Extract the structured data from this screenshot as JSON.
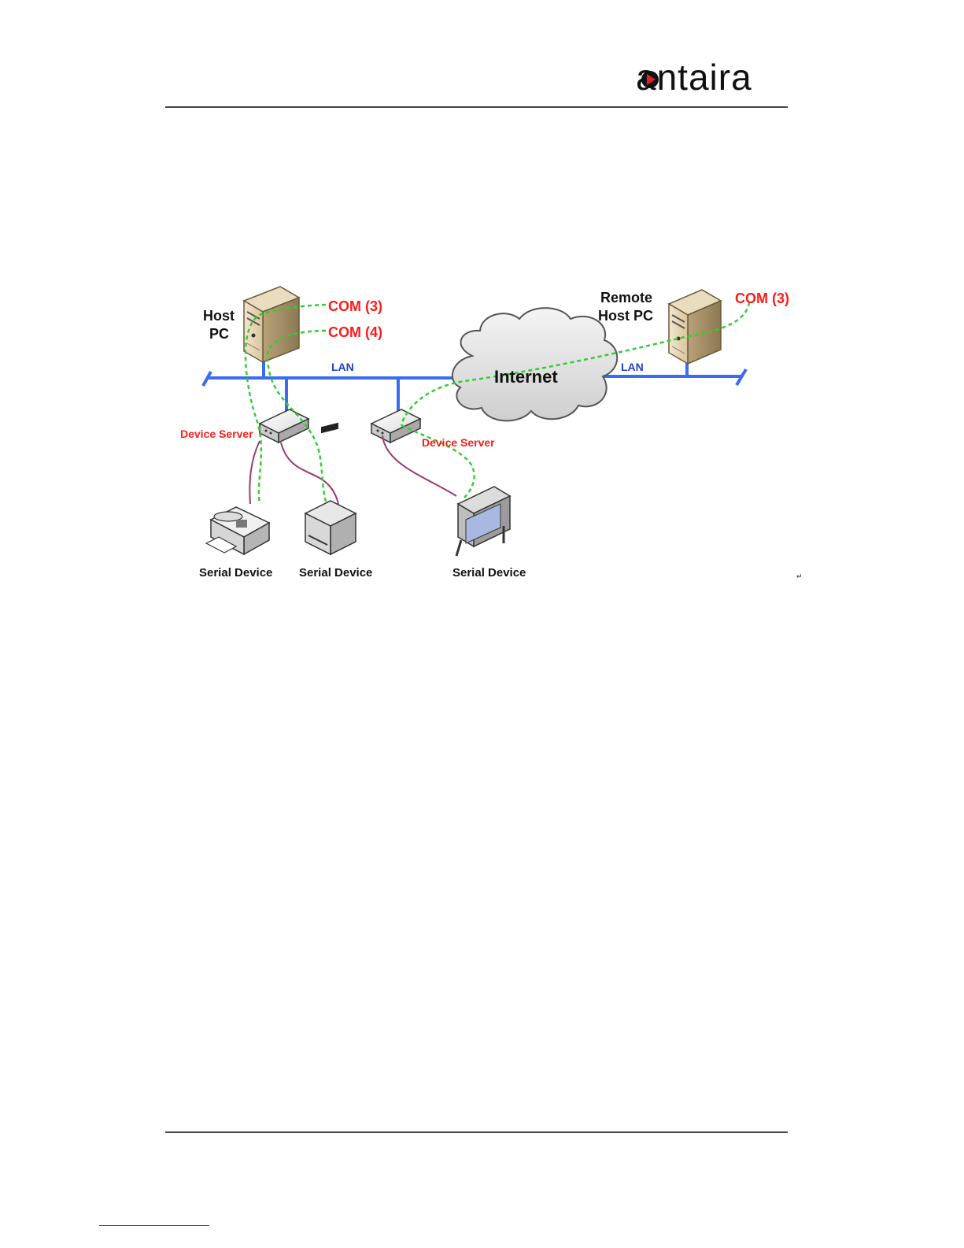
{
  "header": {
    "logo_text": "antaira"
  },
  "diagram": {
    "host_pc": {
      "line1": "Host",
      "line2": "PC"
    },
    "remote_host_pc": {
      "line1": "Remote",
      "line2": "Host PC"
    },
    "ports": {
      "host_com3": "COM (3)",
      "host_com4": "COM (4)",
      "remote_com3": "COM (3)"
    },
    "networks": {
      "lan_left": "LAN",
      "lan_right": "LAN",
      "internet": "Internet"
    },
    "device_servers": {
      "left": "Device Server",
      "right": "Device Server"
    },
    "serial_devices": [
      "Serial Device",
      "Serial Device",
      "Serial Device"
    ],
    "colors": {
      "lan": "#3a6cf0",
      "virtual_com": "#33cc33",
      "serial_cable": "#9a3a72",
      "label_red": "#ff1a1a",
      "label_blue": "#1f3fd0"
    }
  }
}
